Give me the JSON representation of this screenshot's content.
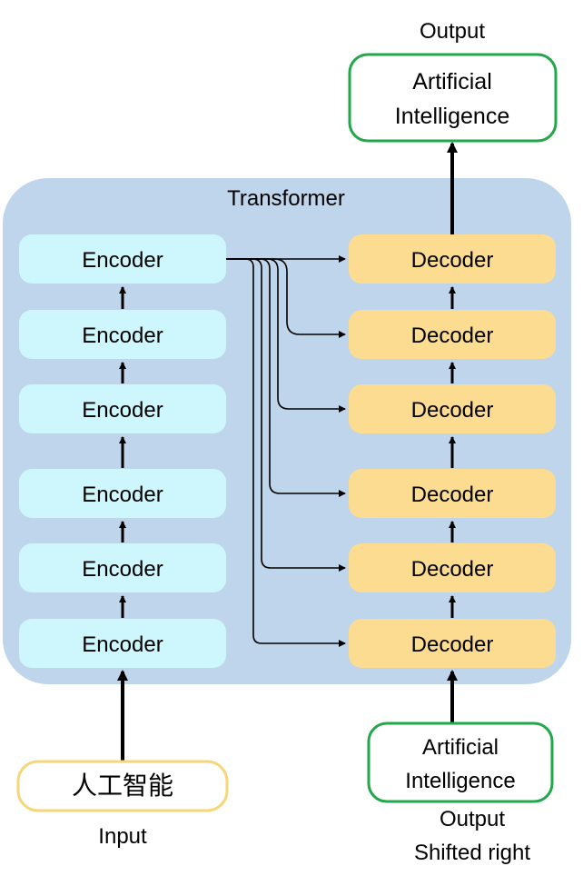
{
  "transformer_label": "Transformer",
  "output_label": "Output",
  "output_box": {
    "line1": "Artificial",
    "line2": "Intelligence"
  },
  "input_label": "Input",
  "input_box": {
    "text": "人工智能"
  },
  "shifted_label": {
    "line1": "Output",
    "line2": "Shifted right"
  },
  "shifted_box": {
    "line1": "Artificial",
    "line2": "Intelligence"
  },
  "encoders": [
    "Encoder",
    "Encoder",
    "Encoder",
    "Encoder",
    "Encoder",
    "Encoder"
  ],
  "decoders": [
    "Decoder",
    "Decoder",
    "Decoder",
    "Decoder",
    "Decoder",
    "Decoder"
  ],
  "colors": {
    "transformer_bg": "#bed5ec",
    "encoder_fill": "#cdf7fc",
    "decoder_fill": "#fcdc91",
    "output_border": "#22a84a",
    "input_border": "#f5d77a",
    "line": "#000000"
  }
}
